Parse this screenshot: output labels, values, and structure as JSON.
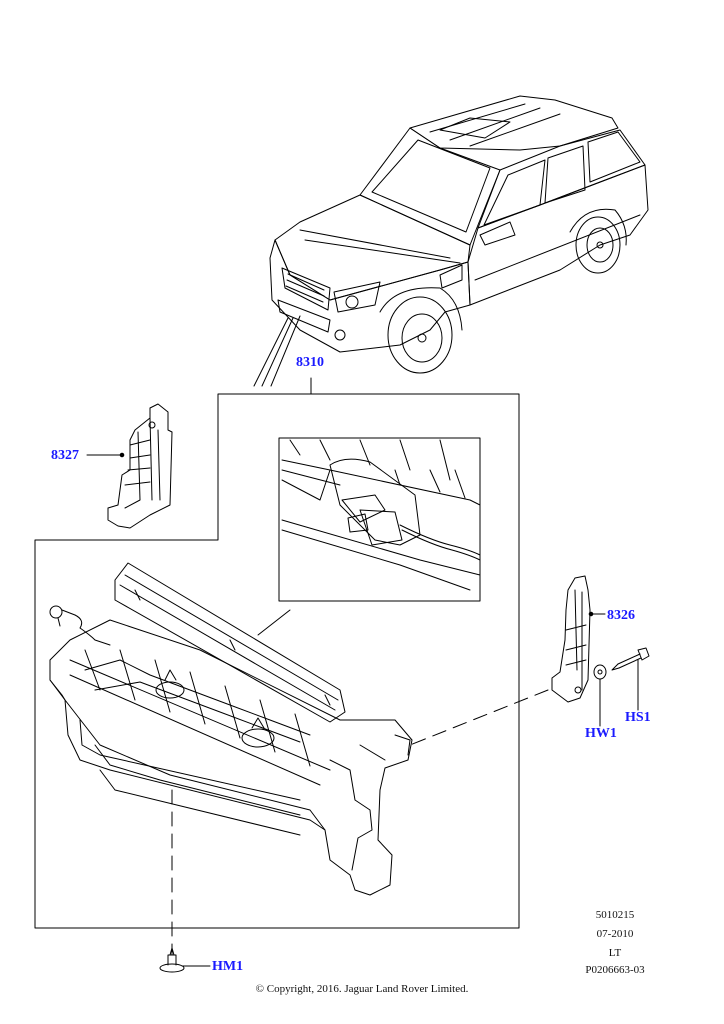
{
  "callouts": {
    "c8310": "8310",
    "c8327": "8327",
    "c8326": "8326",
    "hs1": "HS1",
    "hw1": "HW1",
    "hm1": "HM1"
  },
  "meta": {
    "line1": "5010215",
    "line2": "07-2010",
    "line3": "LT",
    "line4": "P0206663-03"
  },
  "copyright": "© Copyright, 2016. Jaguar Land Rover Limited.",
  "colors": {
    "callout": "#1a1aff",
    "line": "#000000"
  }
}
